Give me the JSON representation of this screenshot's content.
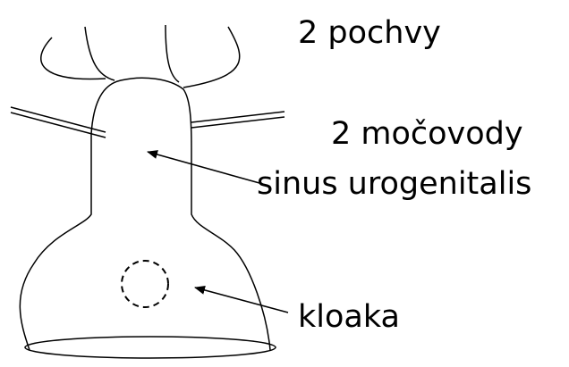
{
  "labels": {
    "pochvy": "2 pochvy",
    "mocovody": "2 močovody",
    "sinus": "sinus urogenitalis",
    "kloaka": "kloaka"
  },
  "colors": {
    "stroke": "#000000",
    "background": "#ffffff"
  }
}
